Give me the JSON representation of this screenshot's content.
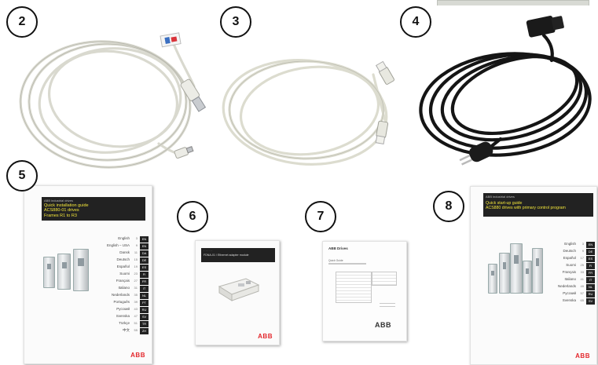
{
  "badges": [
    "2",
    "3",
    "4",
    "5",
    "6",
    "7",
    "8"
  ],
  "booklet5": {
    "brand": "ABB industrial drives",
    "title_lines": [
      "Quick installation guide",
      "ACS880-01 drives",
      "Frames R1 to R3"
    ],
    "languages": [
      {
        "name": "English",
        "page": "3",
        "code": "EN"
      },
      {
        "name": "English – USA",
        "page": "9",
        "code": "EN"
      },
      {
        "name": "Dansk",
        "page": "11",
        "code": "DA"
      },
      {
        "name": "Deutsch",
        "page": "15",
        "code": "DE"
      },
      {
        "name": "Español",
        "page": "19",
        "code": "ES"
      },
      {
        "name": "Suomi",
        "page": "23",
        "code": "FI"
      },
      {
        "name": "Français",
        "page": "27",
        "code": "FR"
      },
      {
        "name": "Italiano",
        "page": "31",
        "code": "IT"
      },
      {
        "name": "Nederlands",
        "page": "35",
        "code": "NL"
      },
      {
        "name": "Português",
        "page": "39",
        "code": "PT"
      },
      {
        "name": "Русский",
        "page": "43",
        "code": "RU"
      },
      {
        "name": "Svenska",
        "page": "47",
        "code": "SV"
      },
      {
        "name": "Türkçe",
        "page": "51",
        "code": "TR"
      },
      {
        "name": "中文",
        "page": "55",
        "code": "ZH"
      }
    ],
    "logo": "ABB"
  },
  "booklet6": {
    "title": "FDNA-01 / Ethernet adapter module",
    "logo": "ABB"
  },
  "booklet7": {
    "brand": "ABB Drives",
    "subtitle": "Quick Guide",
    "logo": "ABB"
  },
  "booklet8": {
    "brand": "ABB industrial drives",
    "title_lines": [
      "Quick start-up guide",
      "ACS880 drives with primary control program"
    ],
    "languages": [
      {
        "name": "English",
        "page": "3",
        "code": "EN"
      },
      {
        "name": "Deutsch",
        "page": "9",
        "code": "DE"
      },
      {
        "name": "Español",
        "page": "17",
        "code": "ES"
      },
      {
        "name": "Suomi",
        "page": "25",
        "code": "FI"
      },
      {
        "name": "Français",
        "page": "33",
        "code": "FR"
      },
      {
        "name": "Italiano",
        "page": "41",
        "code": "IT"
      },
      {
        "name": "Nederlands",
        "page": "49",
        "code": "NL"
      },
      {
        "name": "Русский",
        "page": "57",
        "code": "RU"
      },
      {
        "name": "Svenska",
        "page": "65",
        "code": "SV"
      }
    ],
    "logo": "ABB"
  }
}
